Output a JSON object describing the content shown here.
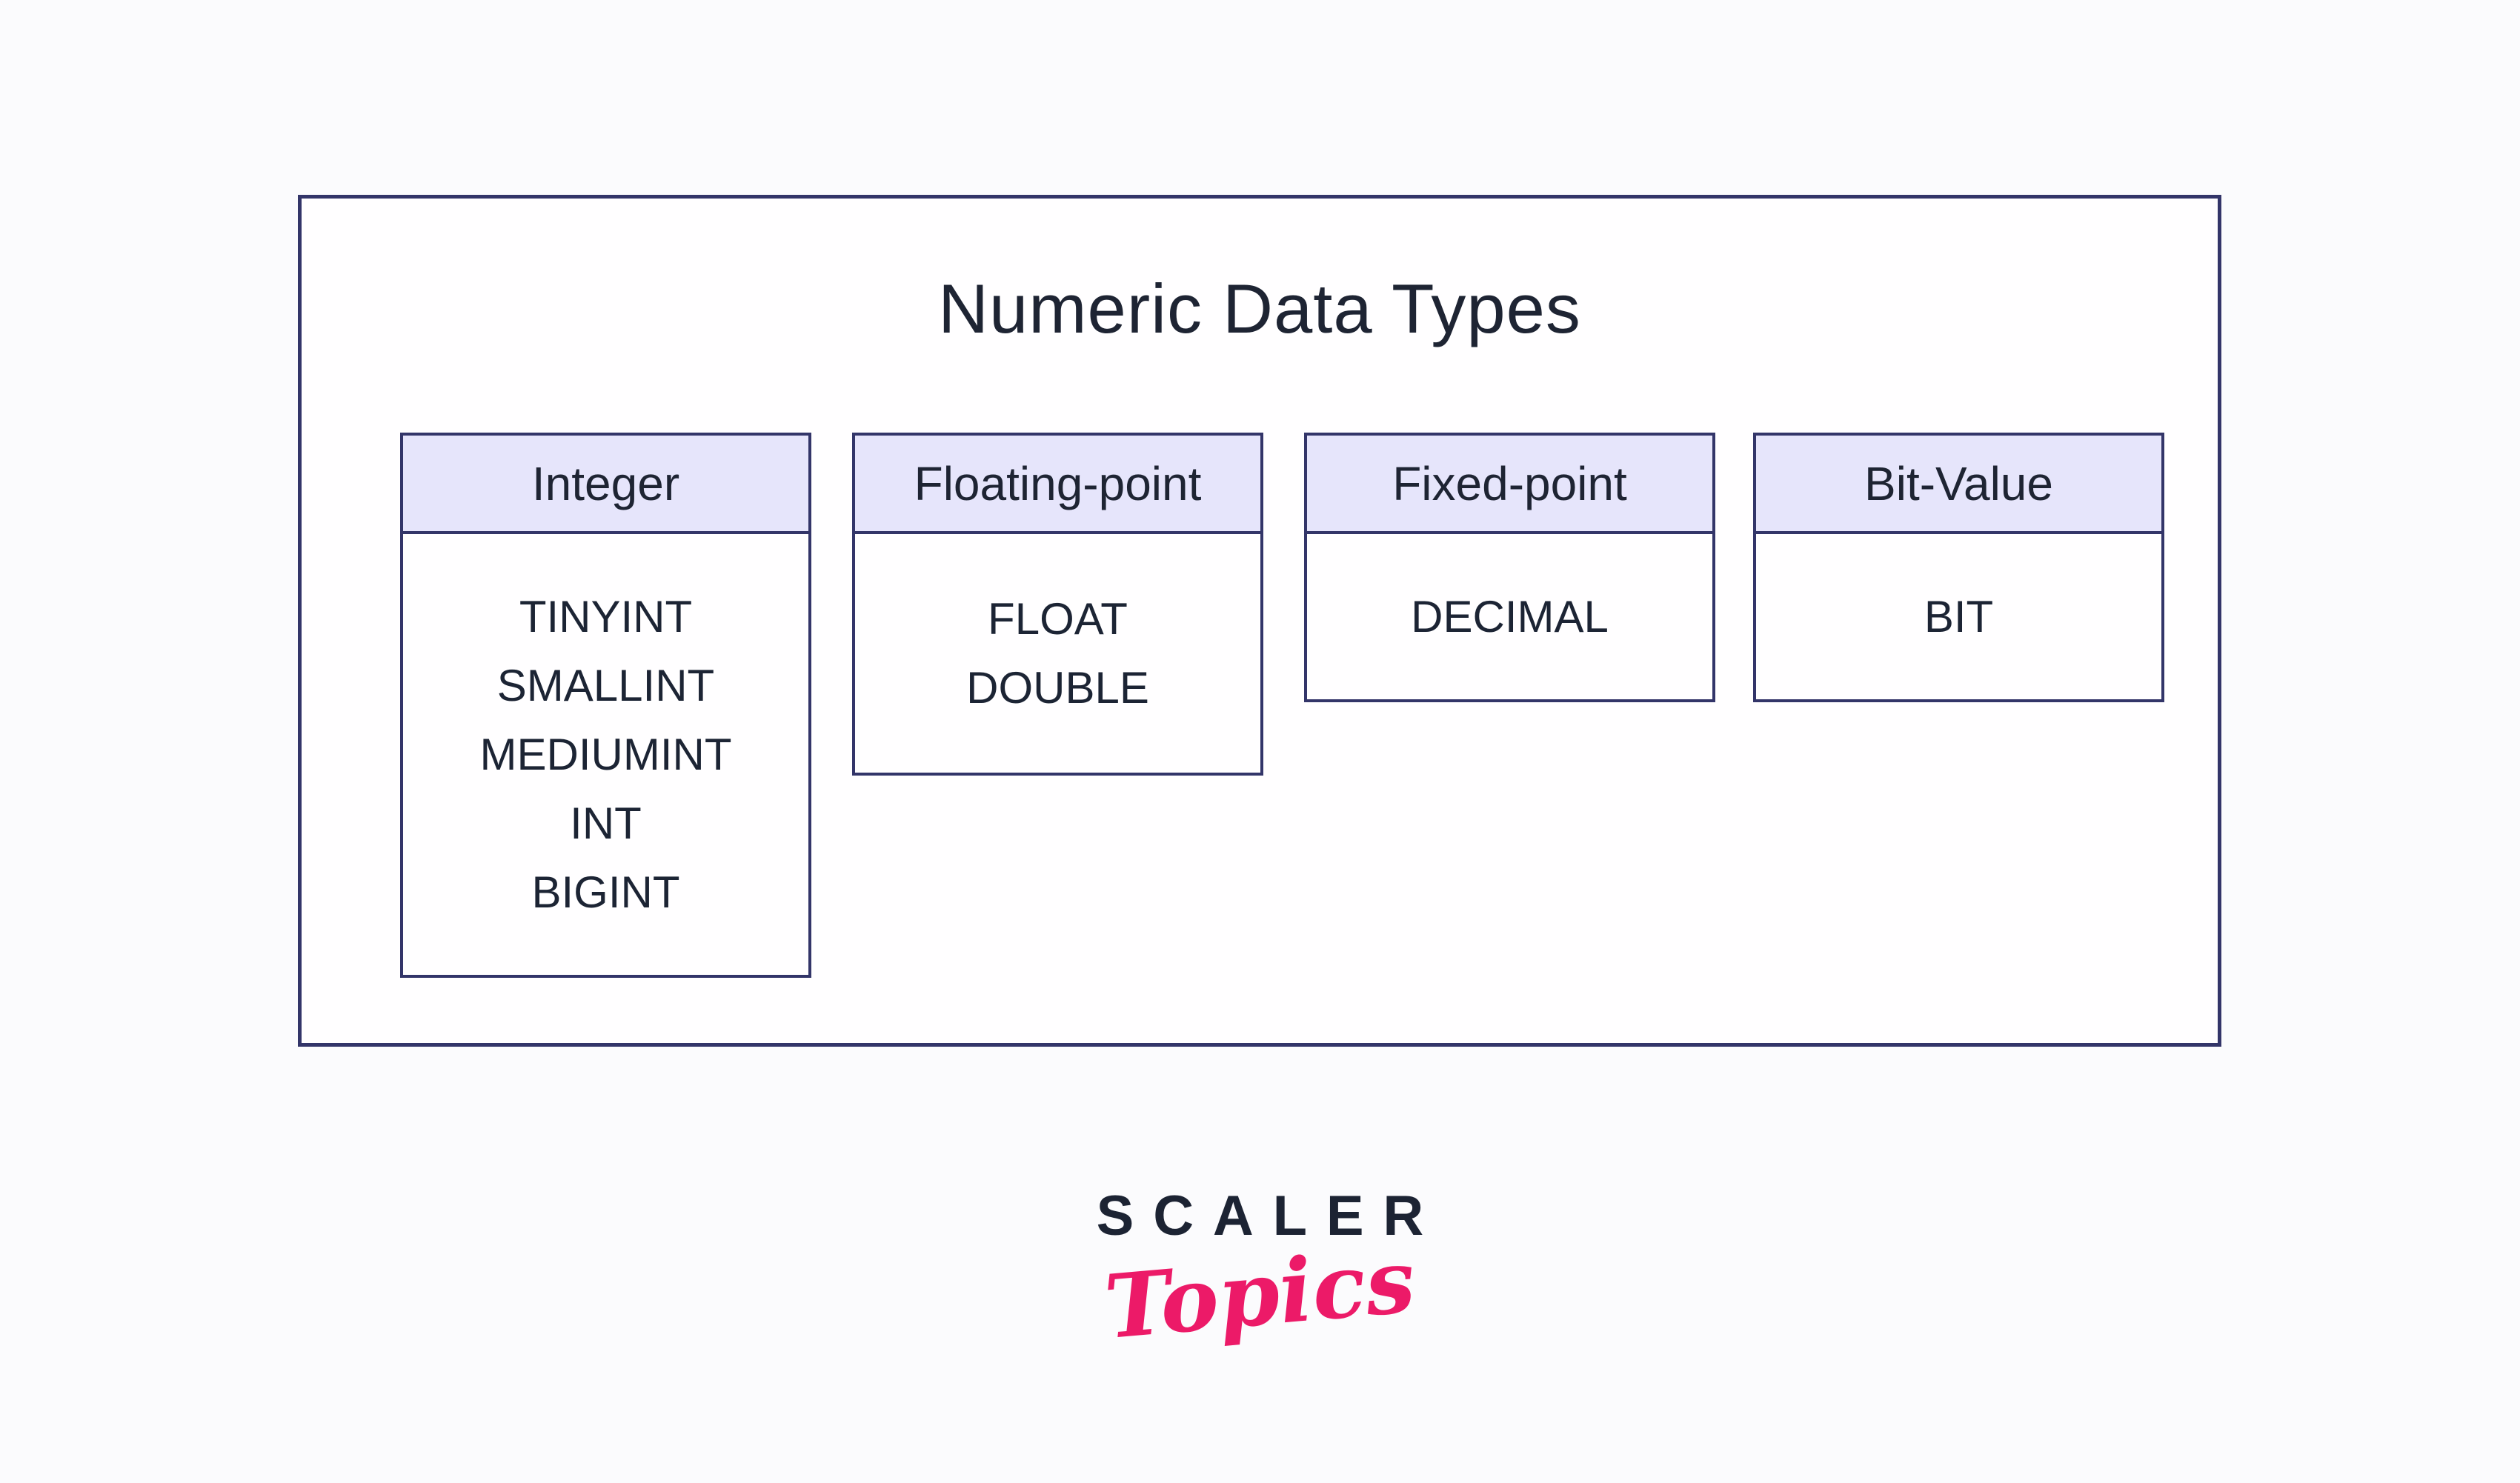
{
  "diagram": {
    "title": "Numeric Data Types",
    "categories": [
      {
        "name": "Integer",
        "types": [
          "TINYINT",
          "SMALLINT",
          "MEDIUMINT",
          "INT",
          "BIGINT"
        ]
      },
      {
        "name": "Floating-point",
        "types": [
          "FLOAT",
          "DOUBLE"
        ]
      },
      {
        "name": "Fixed-point",
        "types": [
          "DECIMAL"
        ]
      },
      {
        "name": "Bit-Value",
        "types": [
          "BIT"
        ]
      }
    ],
    "colors": {
      "border": "#333569",
      "header_fill": "#e6e5fb",
      "card_fill": "#fffeff",
      "text": "#1e2433"
    }
  },
  "logo": {
    "brand": "SCALER",
    "product": "Topics",
    "colors": {
      "brand_text": "#1c2333",
      "script_text": "#ec1a68"
    }
  }
}
